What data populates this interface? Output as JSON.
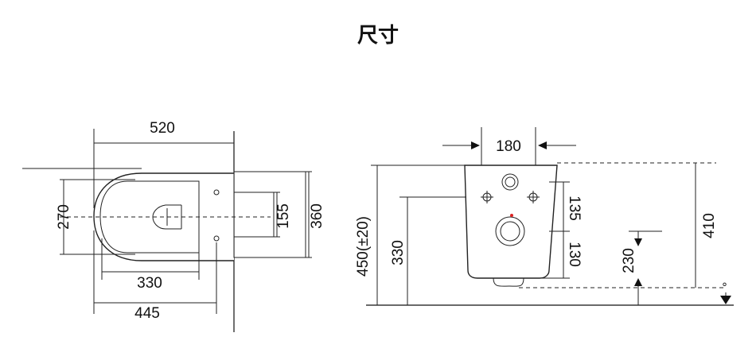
{
  "title": "尺寸",
  "top_view": {
    "width_total": "520",
    "depth_270": "270",
    "seat_330": "330",
    "length_445": "445",
    "mount_155": "155",
    "wall_360": "360"
  },
  "side_view": {
    "top_180": "180",
    "height_450": "450(±20)",
    "height_330": "330",
    "dim_135": "135",
    "dim_130": "130",
    "dim_230": "230",
    "dim_410": "410",
    "floor_mark": "°"
  }
}
